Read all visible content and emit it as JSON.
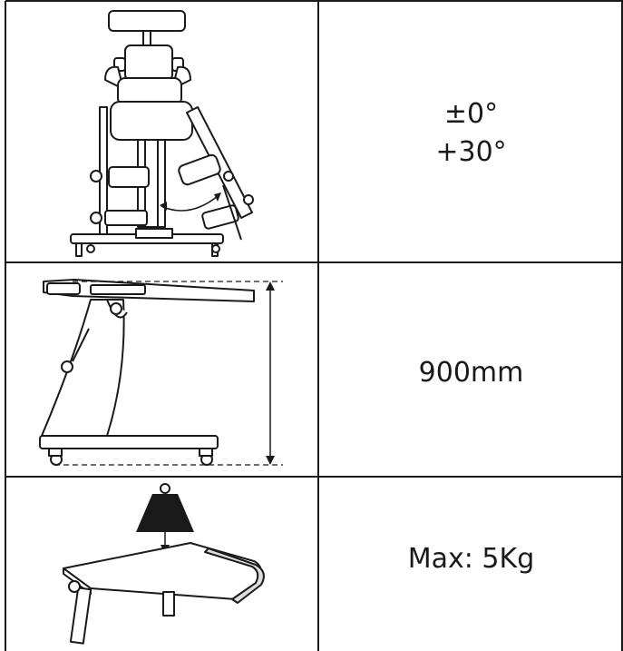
{
  "rows": [
    {
      "id": "tilt-angle",
      "illustration": "stander-side-tilt-drawing",
      "value_line1": "±0°",
      "value_line2": "+30°"
    },
    {
      "id": "height",
      "illustration": "stander-height-drawing",
      "value": "900mm"
    },
    {
      "id": "tray-load",
      "illustration": "tray-weight-drawing",
      "value": "Max: 5Kg"
    }
  ],
  "colors": {
    "line": "#1a1a1a",
    "text": "#1a1a1a"
  }
}
